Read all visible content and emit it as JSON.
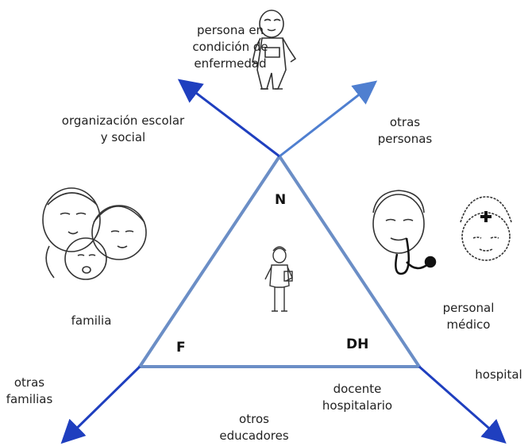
{
  "labels": {
    "persona_enferma": "persona en condición de enfermedad",
    "organizacion": "organización escolar y social",
    "otras_personas": "otras personas",
    "familia": "familia",
    "personal_medico": "personal médico",
    "otras_familias": "otras familias",
    "hospital": "hospital",
    "docente_hospitalario": "docente hospitalario",
    "otros_educadores": "otros educadores"
  },
  "vertices": {
    "top": "N",
    "left": "F",
    "right": "DH"
  },
  "colors": {
    "triangle": "#6b8ec6",
    "arrow_dark": "#1f3fbf",
    "arrow_light": "#4f7fd0",
    "sketch": "#333333"
  },
  "icons": [
    "child-icon",
    "family-icon",
    "doctor-icon",
    "nurse-icon",
    "stethoscope-icon",
    "teacher-icon"
  ]
}
